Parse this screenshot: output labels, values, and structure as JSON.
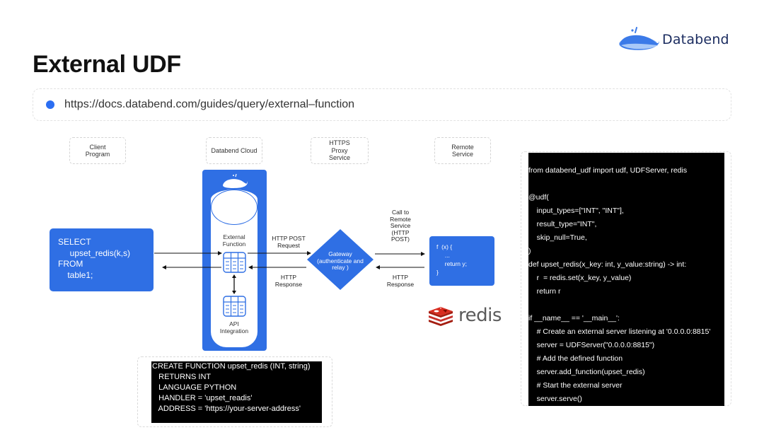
{
  "header": {
    "title": "External UDF",
    "brand": {
      "name": "Databend",
      "icon": "whale-logo-icon",
      "color": "#1a2b5f"
    }
  },
  "link": {
    "bullet_color": "#2b6ef2",
    "url": "https://docs.databend.com/guides/query/external–function"
  },
  "diagram": {
    "lanes": [
      {
        "id": "client",
        "label": "Client\nProgram"
      },
      {
        "id": "cloud",
        "label": "Databend Cloud"
      },
      {
        "id": "proxy",
        "label": "HTTPS\nProxy\nService"
      },
      {
        "id": "remote",
        "label": "Remote\nService"
      }
    ],
    "client_query": "SELECT\n     upset_redis(k,s)\nFROM\n    table1;",
    "cloud": {
      "icon": "whale-icon",
      "external_function_label": "External\nFunction",
      "api_integration_label": "API\nIntegration"
    },
    "gateway_label": "Gateway\n(authenticate and\nrelay )",
    "arrows": {
      "post_request": "HTTP POST\nRequest",
      "response_left": "HTTP\nResponse",
      "call_remote": "Call to\nRemote\nService\n(HTTP\nPOST)",
      "response_right": "HTTP\nResponse"
    },
    "remote_code": "f  (x) {\n     ...\n     return y;\n}",
    "redis_label": "redis",
    "accent_color": "#2f6fe4",
    "redis_color": "#d82c20"
  },
  "sql_code": "CREATE FUNCTION upset_redis (INT, string)\n   RETURNS INT\n   LANGUAGE PYTHON\n   HANDLER = 'upset_readis'\n   ADDRESS = 'https://your-server-address'",
  "python_code": "from databend_udf import udf, UDFServer, redis\n\n@udf(\n    input_types=[\"INT\", \"INT\"],\n    result_type=\"INT\",\n    skip_null=True,\n)\ndef upset_redis(x_key: int, y_value:string) -> int:\n    r  = redis.set(x_key, y_value)\n    return r\n\nif __name__ == '__main__':\n    # Create an external server listening at '0.0.0.0:8815'\n    server = UDFServer(\"0.0.0.0:8815\")\n    # Add the defined function\n    server.add_function(upset_redis)\n    # Start the external server\n    server.serve()"
}
